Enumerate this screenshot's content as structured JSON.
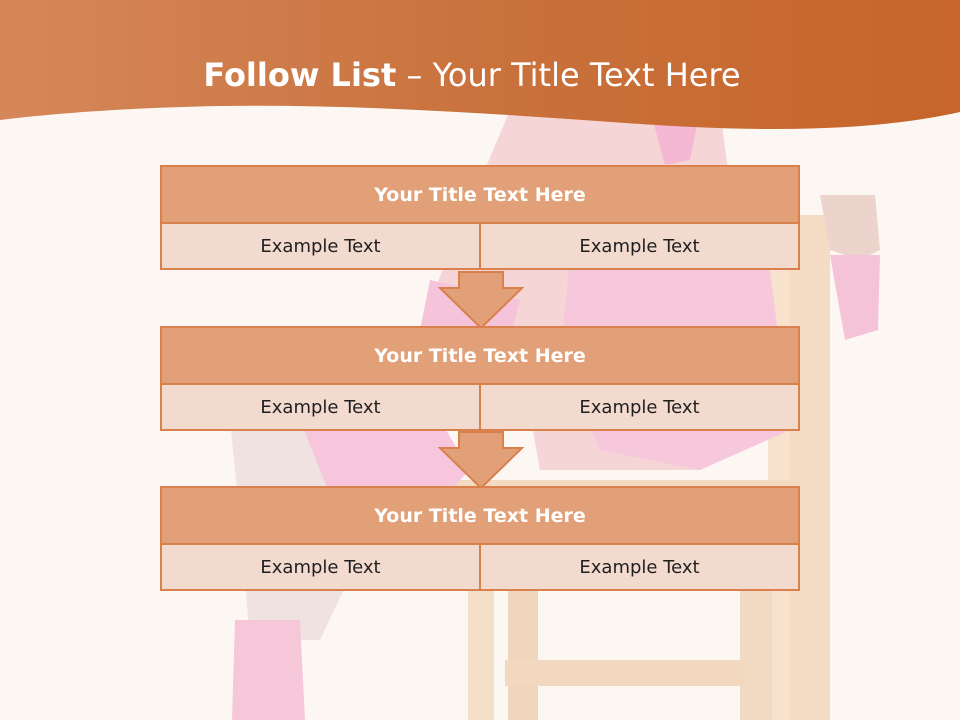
{
  "slide": {
    "title_bold": "Follow List",
    "title_rest": " – Your Title Text Here"
  },
  "blocks": [
    {
      "title": "Your Title Text Here",
      "cells": [
        "Example Text",
        "Example Text"
      ]
    },
    {
      "title": "Your Title Text Here",
      "cells": [
        "Example Text",
        "Example Text"
      ]
    },
    {
      "title": "Your Title Text Here",
      "cells": [
        "Example Text",
        "Example Text"
      ]
    }
  ],
  "colors": {
    "header_band": "#c86a32",
    "block_title_fill": "#e2a078",
    "block_cell_fill": "#f3dacf",
    "block_border": "#d9804c",
    "background": "#fdf7f3"
  }
}
